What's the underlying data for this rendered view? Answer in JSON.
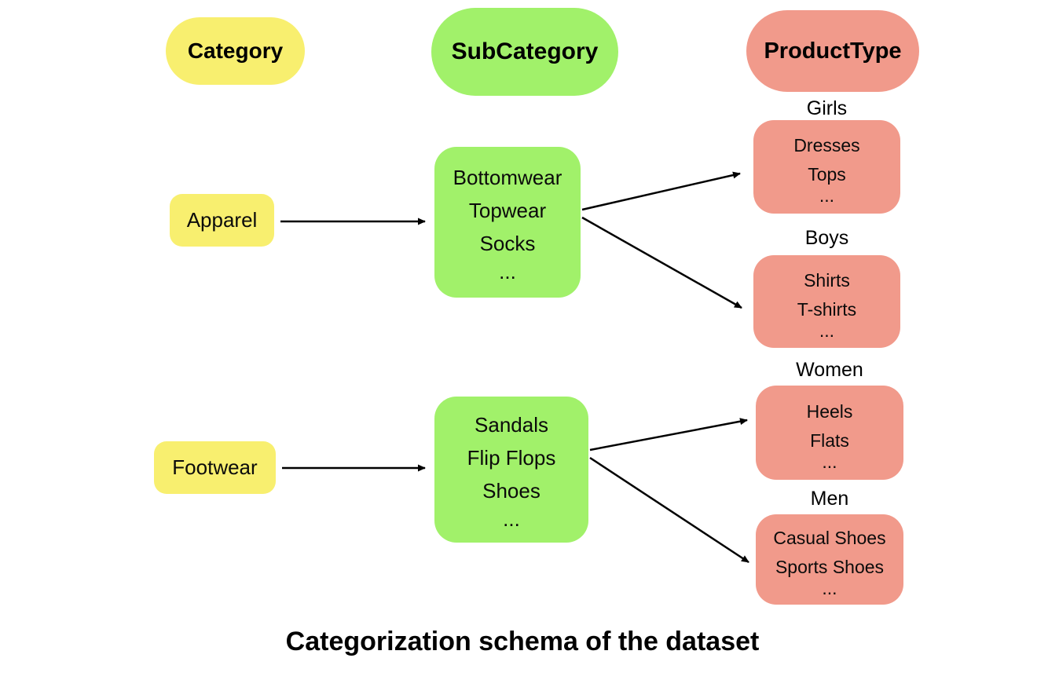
{
  "headers": {
    "category": "Category",
    "subcategory": "SubCategory",
    "producttype": "ProductType"
  },
  "colors": {
    "category_fill": "#F8EF6F",
    "subcategory_fill": "#A1F16A",
    "producttype_fill": "#F19A8B",
    "arrow": "#000000",
    "background": "#FFFFFF",
    "text": "#000000"
  },
  "apparel": {
    "category": "Apparel",
    "subcategories": [
      "Bottomwear",
      "Topwear",
      "Socks",
      "..."
    ],
    "groups": [
      {
        "label": "Girls",
        "items": [
          "Dresses",
          "Tops",
          "..."
        ]
      },
      {
        "label": "Boys",
        "items": [
          "Shirts",
          "T-shirts",
          "..."
        ]
      }
    ]
  },
  "footwear": {
    "category": "Footwear",
    "subcategories": [
      "Sandals",
      "Flip Flops",
      "Shoes",
      "..."
    ],
    "groups": [
      {
        "label": "Women",
        "items": [
          "Heels",
          "Flats",
          "..."
        ]
      },
      {
        "label": "Men",
        "items": [
          "Casual Shoes",
          "Sports Shoes",
          "..."
        ]
      }
    ]
  },
  "caption": "Categorization schema of the dataset"
}
